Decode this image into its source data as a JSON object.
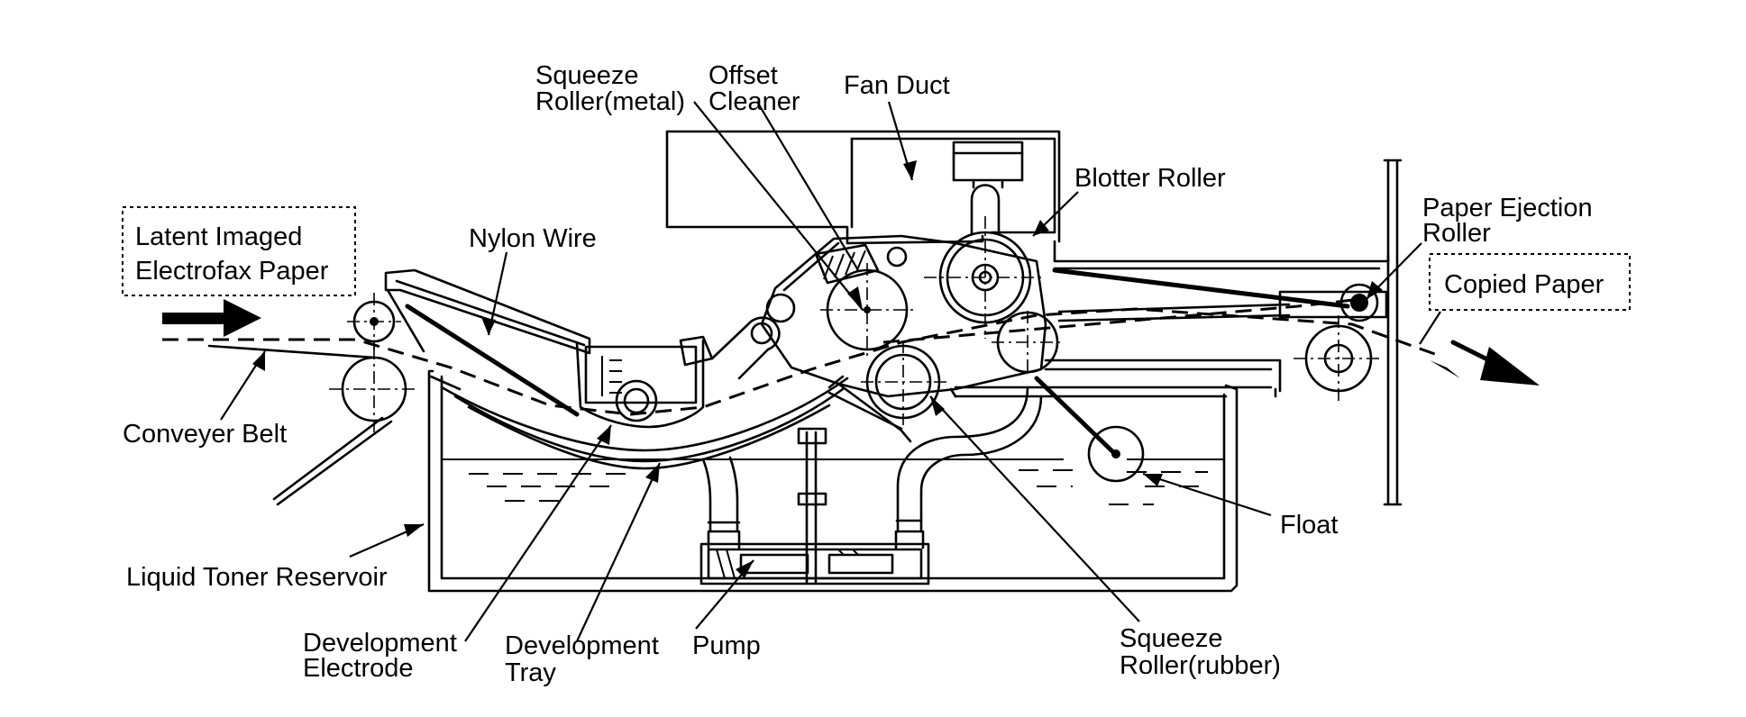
{
  "labels": {
    "latent_imaged_line1": "Latent Imaged",
    "latent_imaged_line2": "Electrofax Paper",
    "nylon_wire": "Nylon Wire",
    "squeeze_metal_line1": "Squeeze",
    "squeeze_metal_line2": "Roller(metal)",
    "offset_cleaner_line1": "Offset",
    "offset_cleaner_line2": "Cleaner",
    "fan_duct": "Fan Duct",
    "blotter_roller": "Blotter Roller",
    "paper_ejection_line1": "Paper Ejection",
    "paper_ejection_line2": "Roller",
    "copied_paper": "Copied Paper",
    "conveyer_belt": "Conveyer Belt",
    "liquid_toner_reservoir": "Liquid Toner Reservoir",
    "development_electrode_line1": "Development",
    "development_electrode_line2": "Electrode",
    "development_tray_line1": "Development",
    "development_tray_line2": "Tray",
    "pump": "Pump",
    "float": "Float",
    "squeeze_rubber_line1": "Squeeze",
    "squeeze_rubber_line2": "Roller(rubber)"
  }
}
